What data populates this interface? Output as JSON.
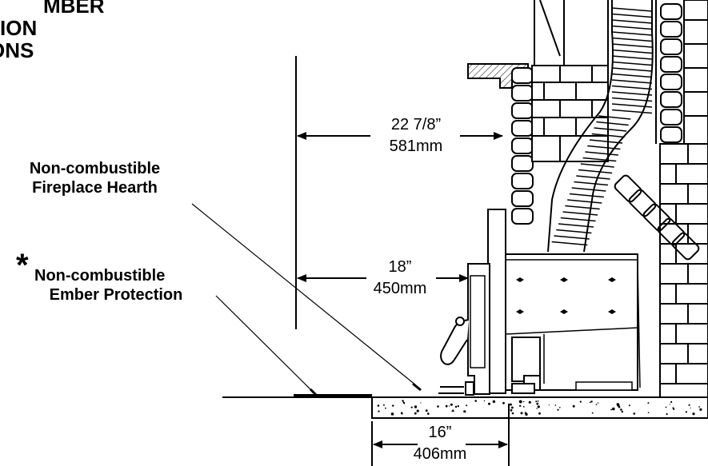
{
  "title": {
    "line1": "MBER",
    "line2": "ION",
    "line3": "ONS"
  },
  "labels": {
    "hearth_line1": "Non-combustible",
    "hearth_line2": "Fireplace Hearth",
    "ember_asterisk": "*",
    "ember_line1": "Non-combustible",
    "ember_line2": "Ember Protection"
  },
  "dimensions": {
    "upper": {
      "imperial": "22 7/8”",
      "metric": "581mm"
    },
    "middle": {
      "imperial": "18”",
      "metric": "450mm"
    },
    "lower": {
      "imperial": "16”",
      "metric": "406mm"
    }
  }
}
